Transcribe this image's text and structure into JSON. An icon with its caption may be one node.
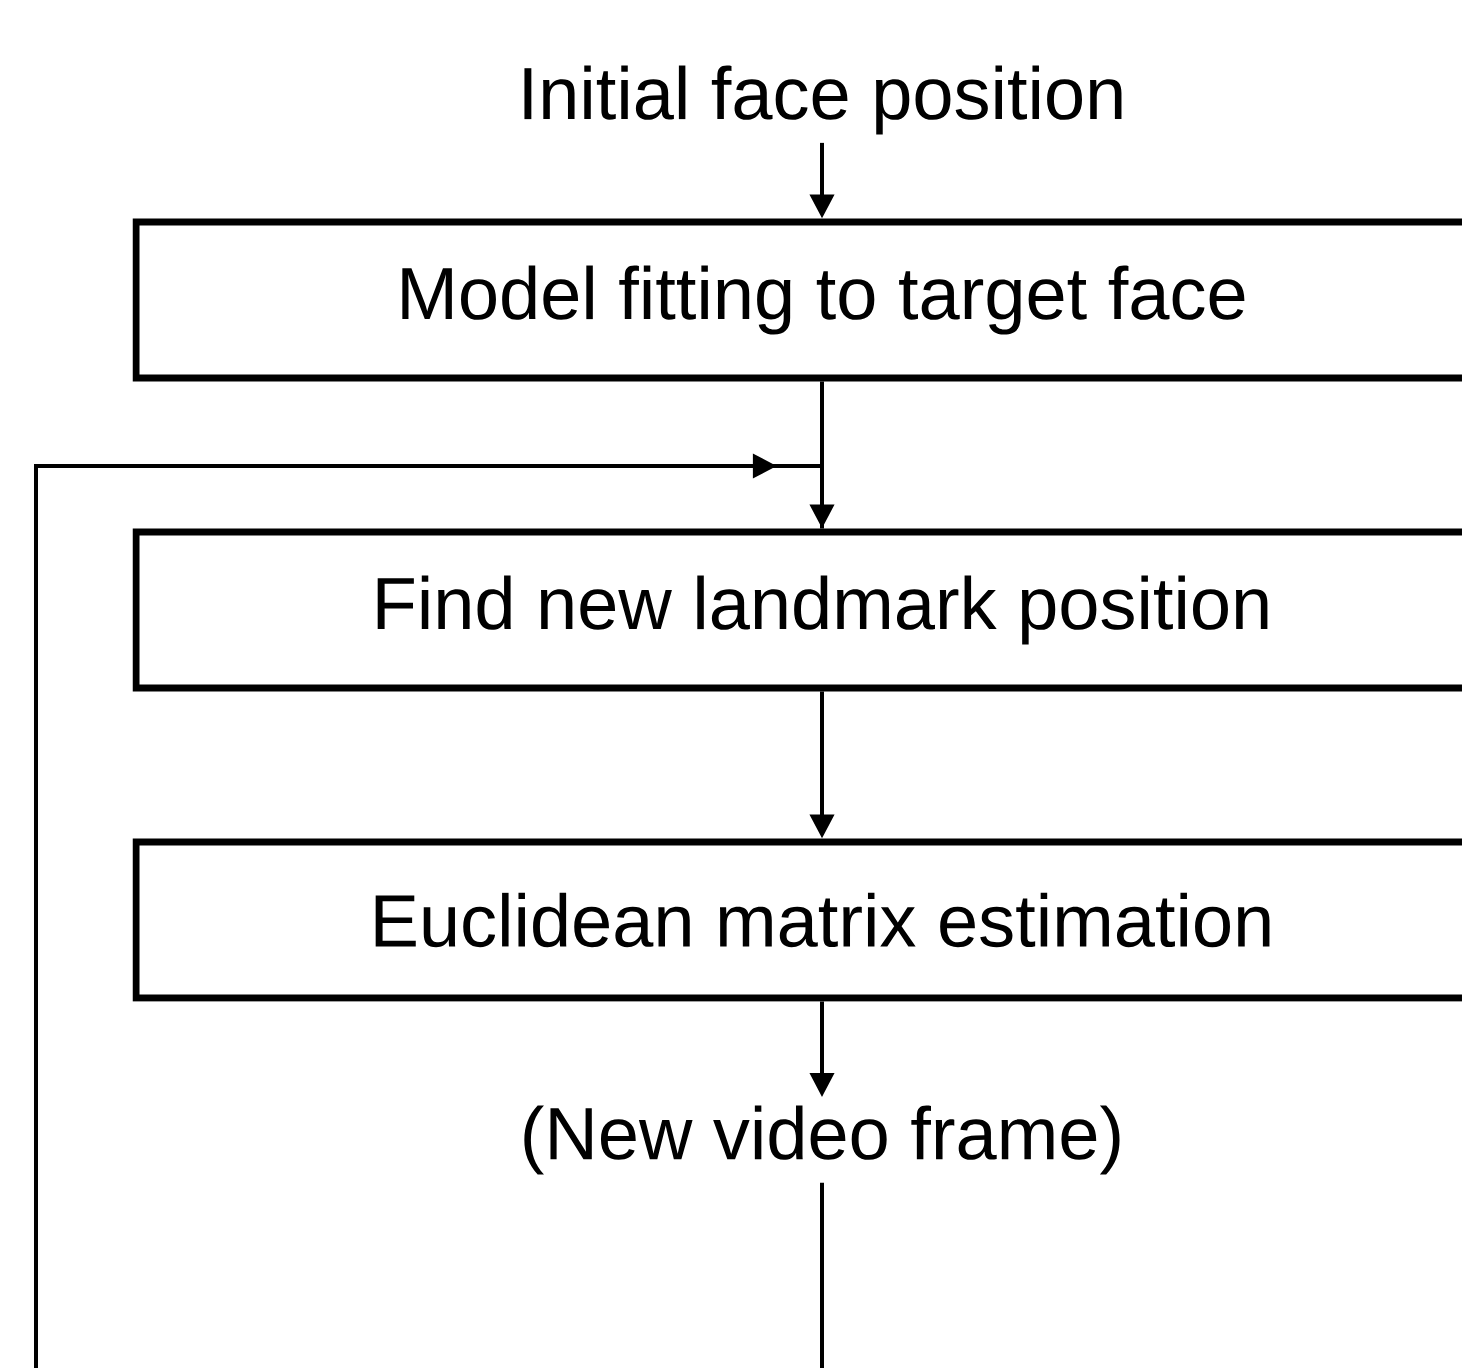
{
  "diagram": {
    "nodes": [
      {
        "text": [
          "Initial face position"
        ]
      },
      {
        "text": [
          "Model fitting to target face"
        ]
      },
      {
        "text": [
          "Find new landmark position"
        ]
      },
      {
        "text": [
          "Euclidean matrix estimation"
        ]
      },
      {
        "text": [
          "(New video frame)"
        ]
      }
    ],
    "edges": [
      {
        "from": 0,
        "to": 1,
        "arrow": "to"
      },
      {
        "from": 1,
        "to": 2,
        "arrow": "to"
      },
      {
        "from": 2,
        "to": 3,
        "arrow": "to"
      },
      {
        "from": 3,
        "to": 4,
        "arrow": "to"
      },
      {
        "from": 4,
        "to": 2,
        "arrow": "to"
      }
    ]
  }
}
